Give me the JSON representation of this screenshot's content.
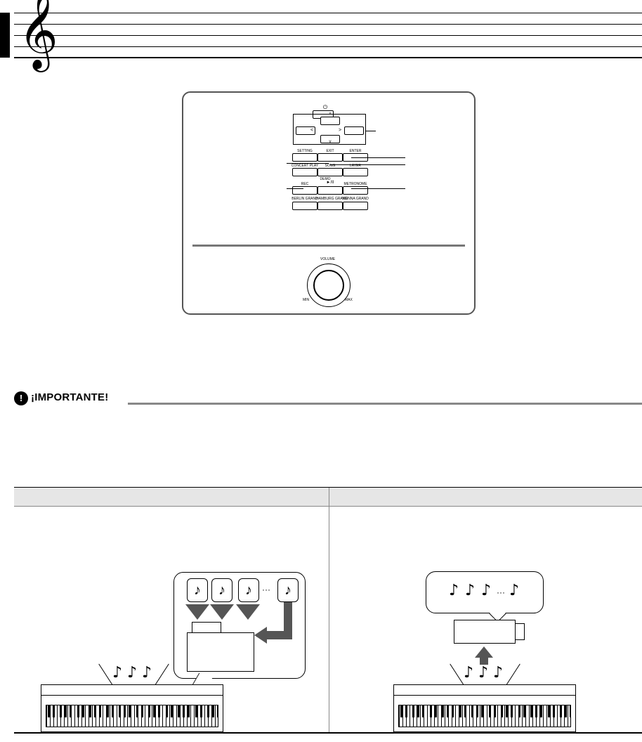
{
  "panel": {
    "labels": {
      "setting": "SETTING",
      "exit": "EXIT",
      "enter": "ENTER",
      "concert_play": "CONCERT PLAY",
      "song": "SONG",
      "layer": "LAYER",
      "demo": "DEMO",
      "rec": "REC",
      "play_stop": "►/II",
      "metronome": "METRONOME",
      "berlin_grand": "BERLIN GRAND",
      "hamburg_grand": "HAMBURG GRAND",
      "vienna_grand": "VIENNA GRAND",
      "volume": "VOLUME",
      "min": "MIN",
      "max": "MAX",
      "left_arrow": "<",
      "right_arrow": ">",
      "up_arrow": "^",
      "down_arrow": "v",
      "power": "⏻"
    }
  },
  "important": {
    "icon": "!",
    "title": "¡IMPORTANTE!"
  },
  "illustration": {
    "note_glyph": "♪",
    "ellipsis": "···"
  },
  "colors": {
    "panel_border": "#555555",
    "table_header": "#e6e6e6",
    "arrow": "#555555"
  }
}
